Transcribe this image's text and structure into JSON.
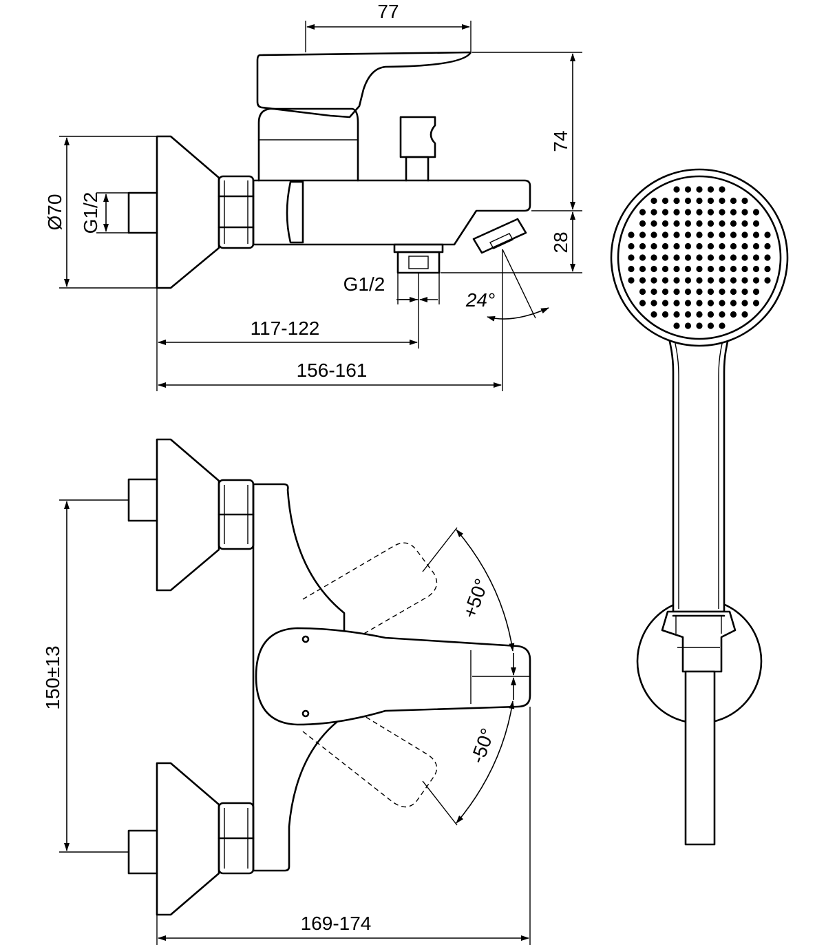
{
  "dimensions": {
    "top_width": "77",
    "lever_height": "74",
    "spout_drop": "28",
    "flange_diameter": "Ø70",
    "inlet_thread": "G1/2",
    "outlet_thread": "G1/2",
    "spout_angle": "24°",
    "outlet_distance": "117-122",
    "spout_distance": "156-161",
    "centres_distance": "150±13",
    "lever_up_angle": "+50°",
    "lever_down_angle": "-50°",
    "overall_depth": "169-174"
  }
}
